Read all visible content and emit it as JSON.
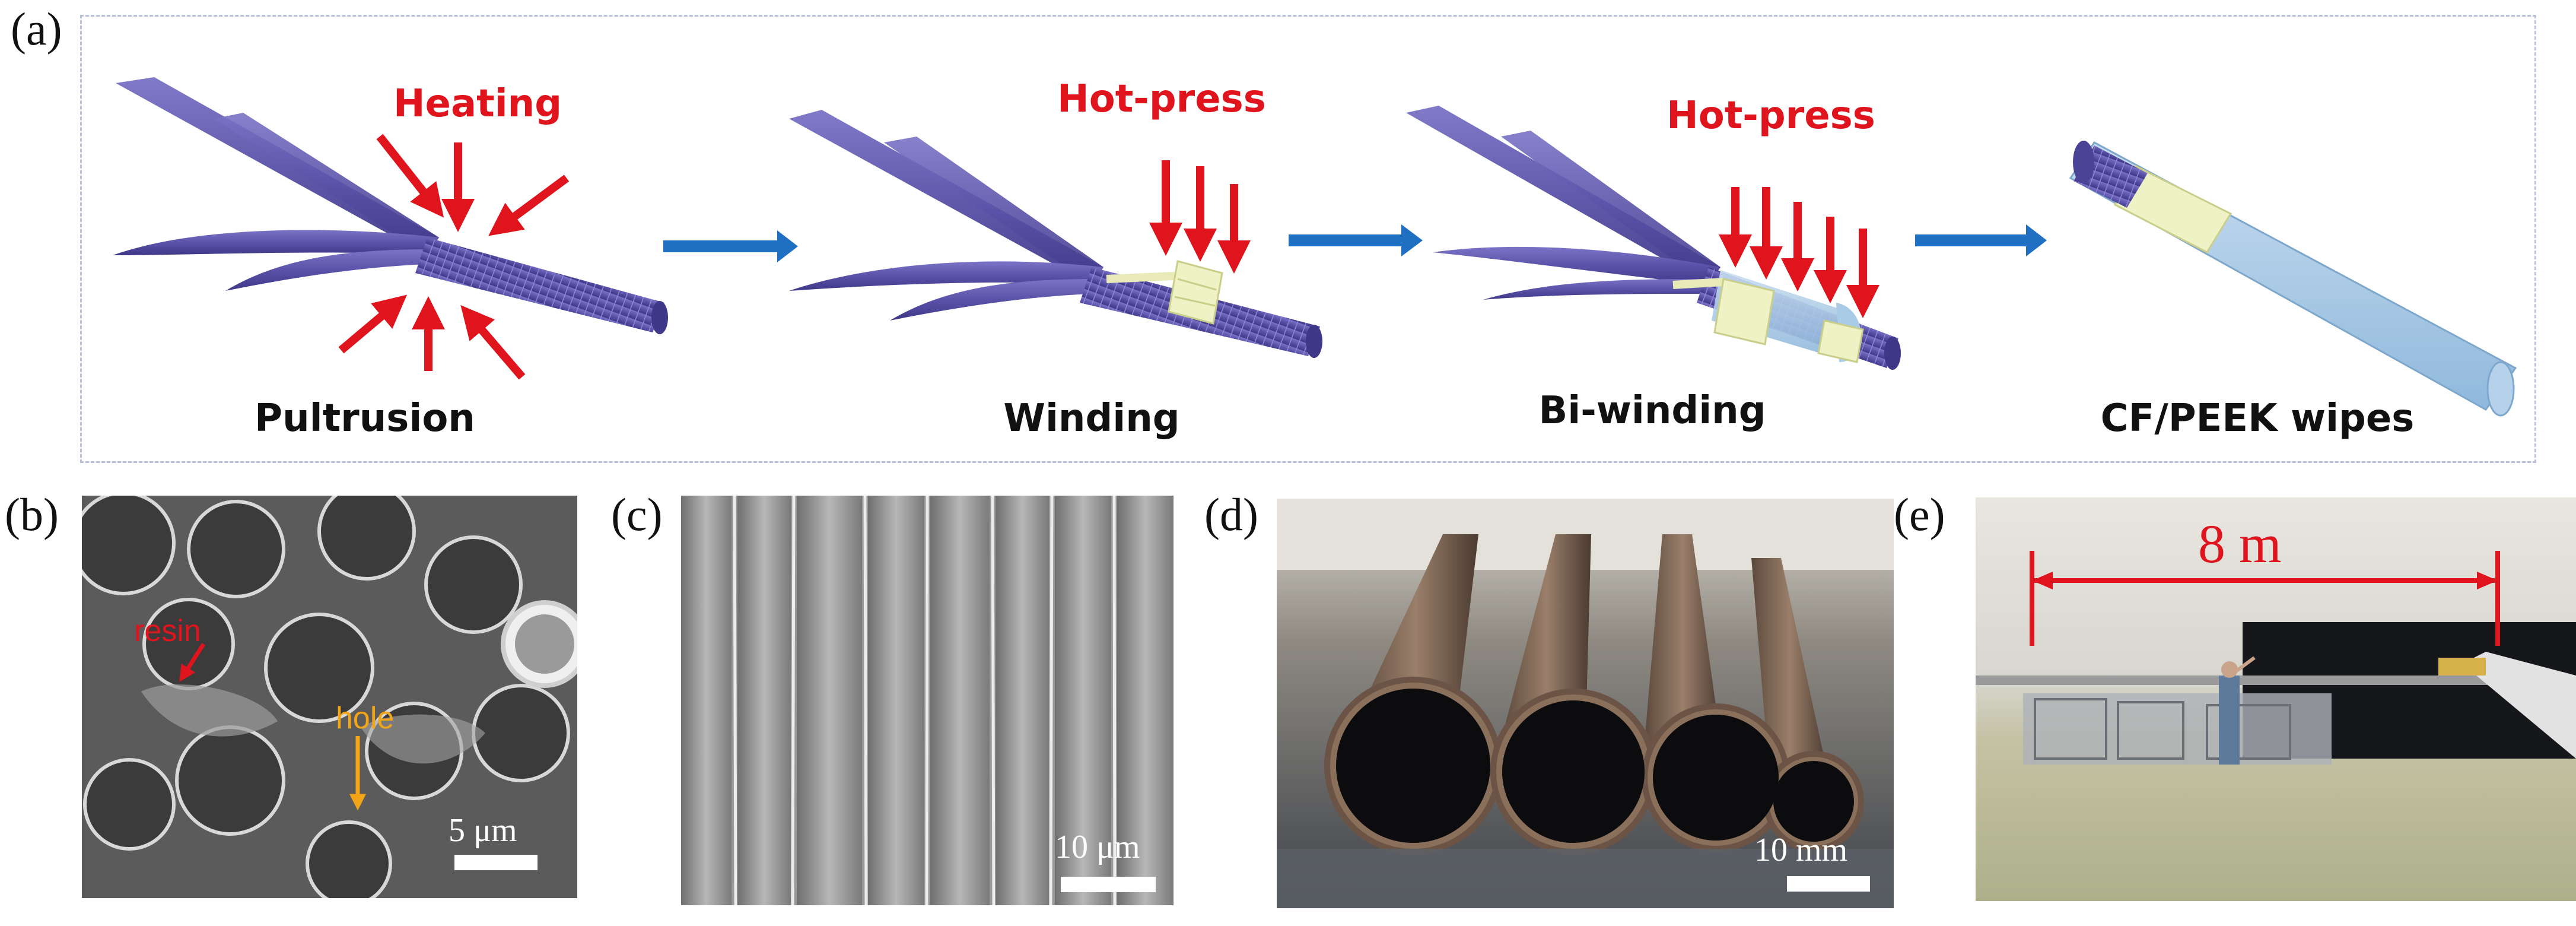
{
  "panel_letters": {
    "a": "(a)",
    "b": "(b)",
    "c": "(c)",
    "d": "(d)",
    "e": "(e)"
  },
  "schematic": {
    "stages": [
      {
        "name": "Pultrusion",
        "process": "Heating"
      },
      {
        "name": "Winding",
        "process": "Hot-press"
      },
      {
        "name": "Bi-winding",
        "process": "Hot-press"
      },
      {
        "name": "CF/PEEK wipes",
        "process": ""
      }
    ]
  },
  "panel_b": {
    "annotations": {
      "resin": "resin",
      "hole": "hole"
    },
    "scale": "5 μm"
  },
  "panel_c": {
    "scale": "10 μm"
  },
  "panel_d": {
    "scale": "10 mm"
  },
  "panel_e": {
    "dimension": "8 m"
  },
  "colors": {
    "arrow_red": "#e0141c",
    "flow_arrow_blue": "#1f6fc2",
    "fiber_purple": "#5a52a8",
    "wrap_cream": "#eef2c4",
    "outer_blue": "#a9cbe6",
    "annotation_orange": "#f2a516"
  }
}
